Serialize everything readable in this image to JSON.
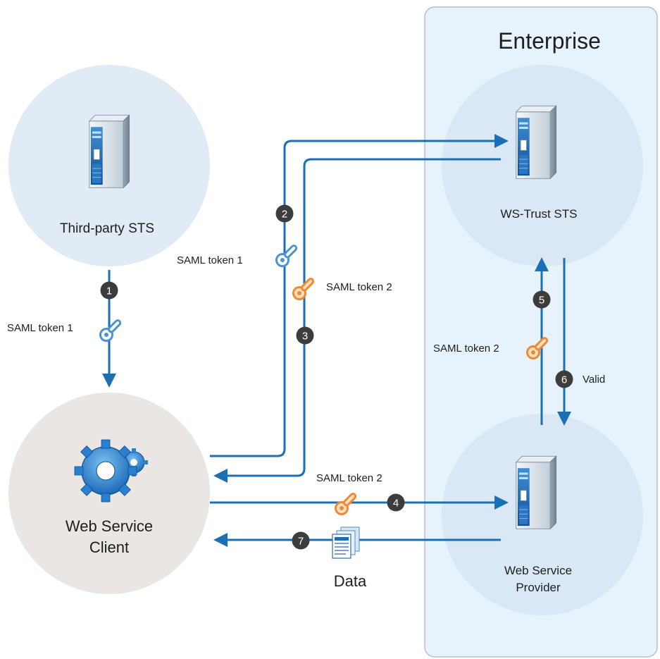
{
  "colors": {
    "arrow": "#1b6fb5",
    "zone_fill": "#e6f3fc",
    "zone_border": "#b9bfc5",
    "node_fill": "#e1ebf6",
    "client_fill": "#eae6e3",
    "badge": "#3c3c3c",
    "token_blue": "#4a92d4",
    "token_orange": "#ef8a33",
    "text": "#1e1e1e"
  },
  "zone": {
    "title": "Enterprise"
  },
  "nodes": {
    "third_party_sts": {
      "label": "Third-party STS",
      "icon": "server-icon"
    },
    "ws_trust_sts": {
      "label": "WS-Trust STS",
      "icon": "server-icon"
    },
    "web_service_client": {
      "label_line1": "Web Service",
      "label_line2": "Client",
      "icon": "gears-icon"
    },
    "web_service_provider": {
      "label_line1": "Web Service",
      "label_line2": "Provider",
      "icon": "server-icon"
    }
  },
  "steps": {
    "s1": {
      "num": "1",
      "token_label": "SAML token 1"
    },
    "s2": {
      "num": "2",
      "token_label": "SAML token 1"
    },
    "s3": {
      "num": "3",
      "token_label": "SAML token 2"
    },
    "s4": {
      "num": "4",
      "token_label": "SAML token 2"
    },
    "s5": {
      "num": "5",
      "token_label": "SAML token 2"
    },
    "s6": {
      "num": "6",
      "label": "Valid"
    },
    "s7": {
      "num": "7",
      "label": "Data",
      "icon": "documents-icon"
    }
  }
}
